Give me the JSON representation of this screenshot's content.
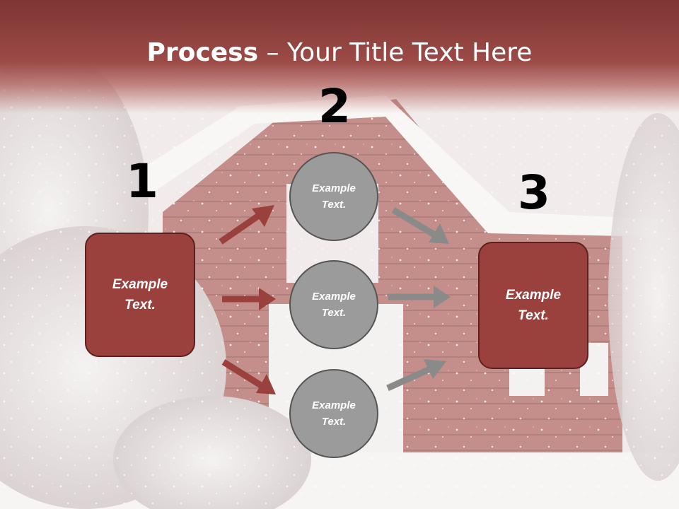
{
  "title": {
    "bold": "Process",
    "rest": " – Your Title Text Here"
  },
  "steps": [
    {
      "number": "1",
      "box_label": [
        "Example",
        "Text."
      ]
    },
    {
      "number": "2",
      "circles": [
        {
          "label": [
            "Example",
            "Text."
          ]
        },
        {
          "label": [
            "Example",
            "Text."
          ]
        },
        {
          "label": [
            "Example",
            "Text."
          ]
        }
      ]
    },
    {
      "number": "3",
      "box_label": [
        "Example",
        "Text."
      ]
    }
  ],
  "colors": {
    "box": "#9a413d",
    "box_border": "#5e201e",
    "circle": "#9b9b9b",
    "arrow_red": "#9a413d",
    "arrow_gray": "#8a8a8a",
    "title_band": "#8c3f3b"
  }
}
